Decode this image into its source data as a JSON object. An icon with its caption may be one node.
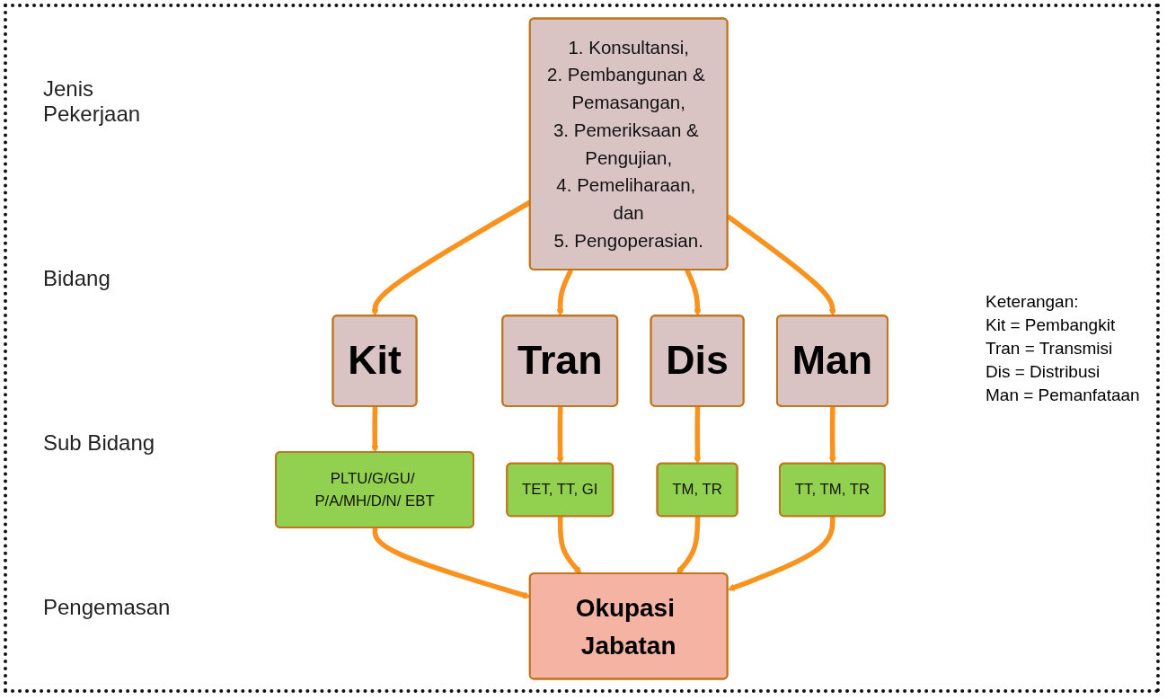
{
  "diagram": {
    "nodes": [
      {
        "text": [
          "1. Konsultansi,",
          "2. Pembangunan & Pemasangan,",
          "3. Pemeriksaan & Pengujian,",
          "4. Pemeliharaan, dan",
          "5. Pengoperasian."
        ]
      },
      {
        "text": [
          "Kit"
        ]
      },
      {
        "text": [
          "Tran"
        ]
      },
      {
        "text": [
          "Dis"
        ]
      },
      {
        "text": [
          "Man"
        ]
      },
      {
        "text": [
          "PLTU/G/GU/ P/A/MH/D/N/ EBT"
        ]
      },
      {
        "text": [
          "TET, TT, GI"
        ]
      },
      {
        "text": [
          "TM, TR"
        ]
      },
      {
        "text": [
          "TT, TM, TR"
        ]
      },
      {
        "text": [
          "Okupasi Jabatan"
        ]
      }
    ],
    "edges": [
      {
        "from": 0,
        "to": 1,
        "arrow": "to"
      },
      {
        "from": 0,
        "to": 2,
        "arrow": "to"
      },
      {
        "from": 0,
        "to": 3,
        "arrow": "to"
      },
      {
        "from": 0,
        "to": 4,
        "arrow": "to"
      },
      {
        "from": 1,
        "to": 5,
        "arrow": "to"
      },
      {
        "from": 2,
        "to": 6,
        "arrow": "to"
      },
      {
        "from": 3,
        "to": 7,
        "arrow": "to"
      },
      {
        "from": 4,
        "to": 8,
        "arrow": "to"
      },
      {
        "from": 5,
        "to": 9,
        "arrow": "to"
      },
      {
        "from": 6,
        "to": 9,
        "arrow": "to"
      },
      {
        "from": 7,
        "to": 9,
        "arrow": "to"
      },
      {
        "from": 8,
        "to": 9,
        "arrow": "to"
      }
    ],
    "labels": [
      "Jenis Pekerjaan",
      "Bidang",
      "Sub Bidang",
      "Keterangan:",
      "Kit = Pembangkit",
      "Tran = Transmisi",
      "Dis = Distribusi",
      "Man = Pemanfataan",
      "Pengemasan"
    ]
  }
}
